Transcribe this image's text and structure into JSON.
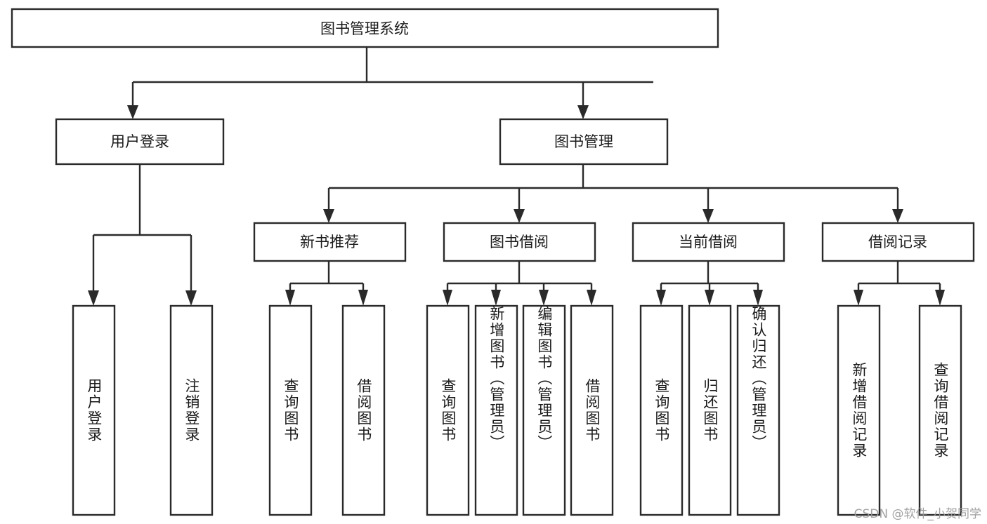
{
  "diagram": {
    "type": "tree",
    "title": "图书管理系统",
    "orientation": "top-down",
    "colors": {
      "box_fill": "#ffffff",
      "box_stroke": "#2a2a2a",
      "connector": "#2a2a2a",
      "text": "#1a1a1a",
      "watermark": "#9a9a9a",
      "background": "#ffffff"
    },
    "watermark": "CSDN @软件_小贺同学",
    "root": {
      "id": "root",
      "label": "图书管理系统",
      "text_direction": "horizontal"
    },
    "level2": [
      {
        "id": "user-login",
        "label": "用户登录",
        "text_direction": "horizontal",
        "children": [
          {
            "id": "user-login-do",
            "label": "用户登录",
            "text_direction": "vertical"
          },
          {
            "id": "user-logout",
            "label": "注销登录",
            "text_direction": "vertical"
          }
        ]
      },
      {
        "id": "book-management",
        "label": "图书管理",
        "text_direction": "horizontal",
        "children": [
          {
            "id": "new-book-recommend",
            "label": "新书推荐",
            "text_direction": "horizontal",
            "children": [
              {
                "id": "recommend-query-book",
                "label": "查询图书",
                "text_direction": "vertical"
              },
              {
                "id": "recommend-borrow-book",
                "label": "借阅图书",
                "text_direction": "vertical"
              }
            ]
          },
          {
            "id": "book-borrow",
            "label": "图书借阅",
            "text_direction": "horizontal",
            "children": [
              {
                "id": "borrow-query-book",
                "label": "查询图书",
                "text_direction": "vertical"
              },
              {
                "id": "borrow-add-book",
                "label": "新增图书（管理员）",
                "text_direction": "vertical"
              },
              {
                "id": "borrow-edit-book",
                "label": "编辑图书（管理员）",
                "text_direction": "vertical"
              },
              {
                "id": "borrow-borrow-book",
                "label": "借阅图书",
                "text_direction": "vertical"
              }
            ]
          },
          {
            "id": "current-borrow",
            "label": "当前借阅",
            "text_direction": "horizontal",
            "children": [
              {
                "id": "current-query-book",
                "label": "查询图书",
                "text_direction": "vertical"
              },
              {
                "id": "current-return-book",
                "label": "归还图书",
                "text_direction": "vertical"
              },
              {
                "id": "current-confirm-return",
                "label": "确认归还（管理员）",
                "text_direction": "vertical"
              }
            ]
          },
          {
            "id": "borrow-record",
            "label": "借阅记录",
            "text_direction": "horizontal",
            "children": [
              {
                "id": "record-add",
                "label": "新增借阅记录",
                "text_direction": "vertical"
              },
              {
                "id": "record-query",
                "label": "查询借阅记录",
                "text_direction": "vertical"
              }
            ]
          }
        ]
      }
    ]
  }
}
